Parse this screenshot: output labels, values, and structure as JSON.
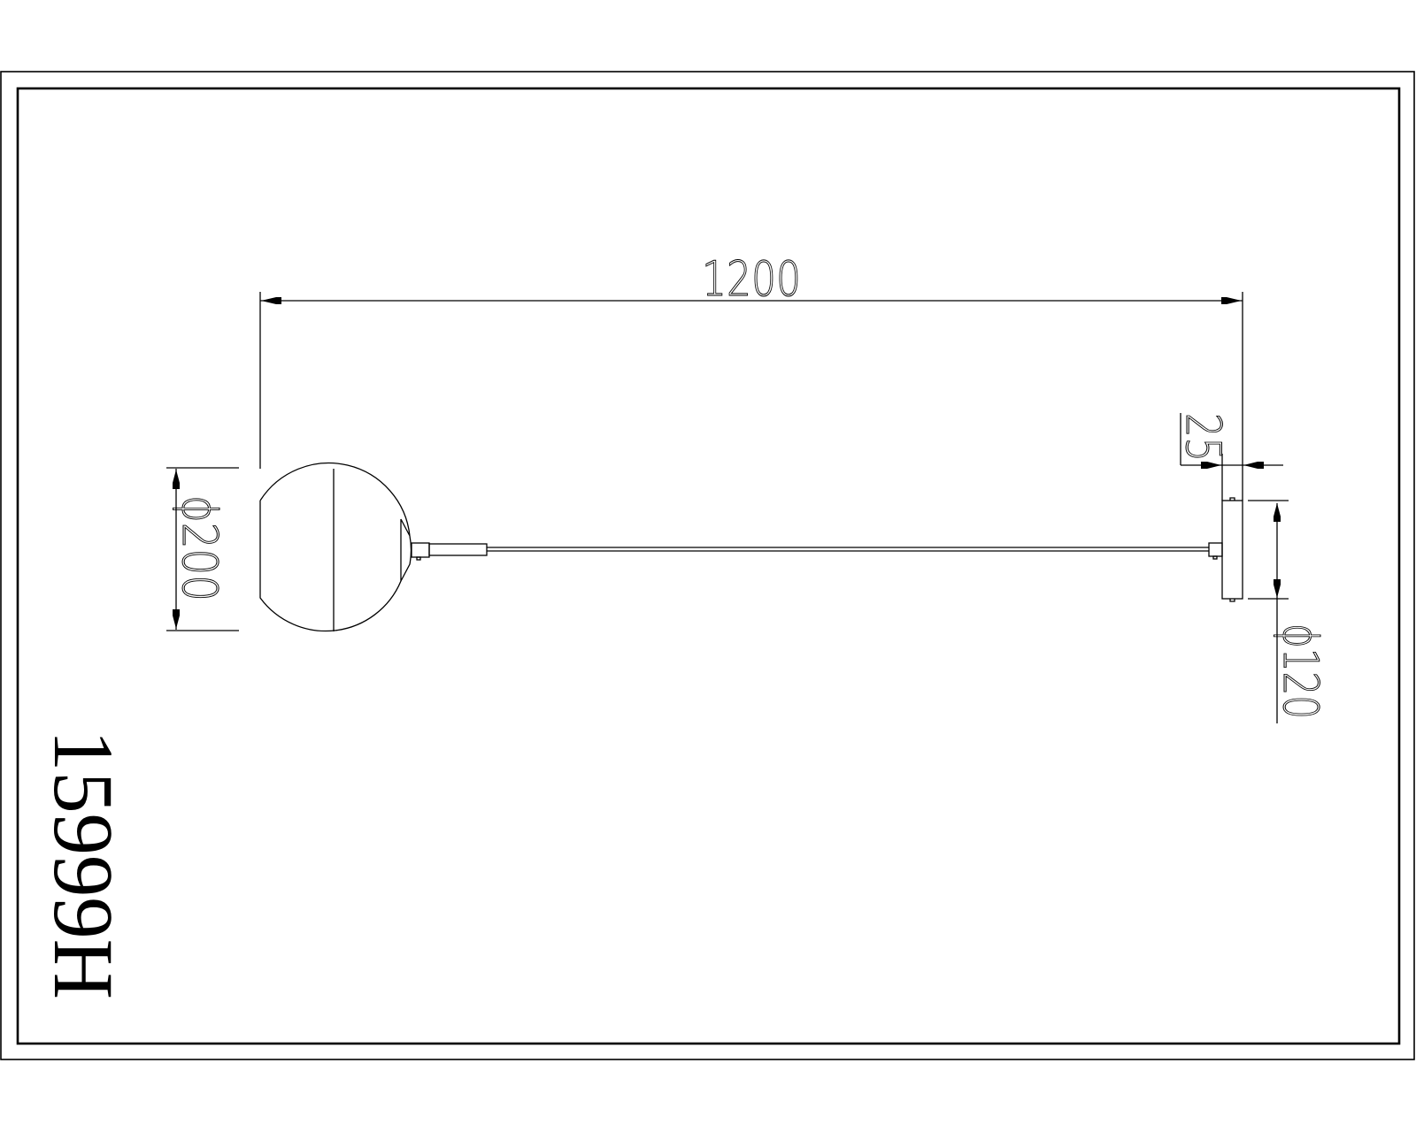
{
  "drawing": {
    "model_number": "15999H",
    "dimensions": {
      "overall_length": "1200",
      "globe_diameter": "ϕ200",
      "wall_plate_diameter": "ϕ120",
      "wall_plate_depth": "25"
    },
    "colors": {
      "line": "#000000",
      "background": "#ffffff"
    }
  }
}
